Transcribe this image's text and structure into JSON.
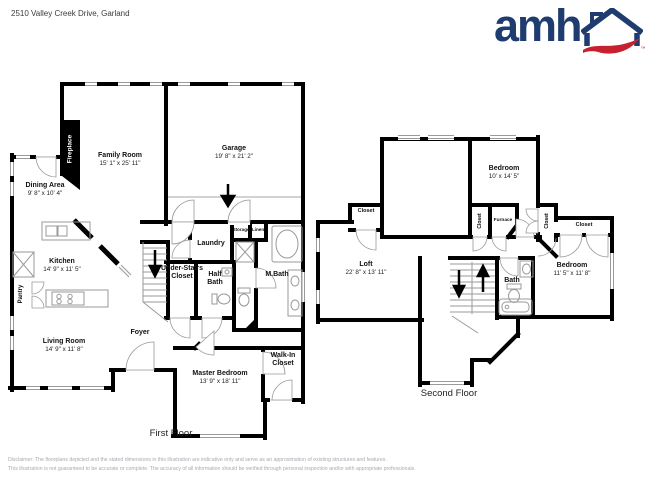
{
  "address": "2510 Valley Creek Drive, Garland",
  "logo": {
    "text": "amh",
    "tm": "™"
  },
  "colors": {
    "logo_blue": "#1e3c6f",
    "logo_red": "#c7202f",
    "wall": "#000000",
    "fixture_gray": "#9a9a9a"
  },
  "f1": {
    "caption": "First Floor",
    "family": {
      "name": "Family Room",
      "dims": "15' 1\" x 25' 11\""
    },
    "dining": {
      "name": "Dining Area",
      "dims": "9' 8\" x 10' 4\""
    },
    "garage": {
      "name": "Garage",
      "dims": "19' 8\" x 21' 2\""
    },
    "kitchen": {
      "name": "Kitchen",
      "dims": "14' 9\" x 11' 5\""
    },
    "living": {
      "name": "Living Room",
      "dims": "14' 9\" x 11' 8\""
    },
    "master": {
      "name": "Master Bedroom",
      "dims": "13' 9\" x 18' 11\""
    },
    "laundry": "Laundry",
    "under_stairs": "Under-Stairs Closet",
    "half_bath": "Half Bath",
    "m_bath": "M.Bath",
    "storage": "Storage",
    "linen": "Linen",
    "foyer": "Foyer",
    "walk_in": "Walk-In Closet",
    "fireplace": "Fireplace",
    "pantry": "Pantry"
  },
  "f2": {
    "caption": "Second Floor",
    "bedroom1": {
      "name": "Bedroom",
      "dims": "10' x 14' 5\""
    },
    "loft": {
      "name": "Loft",
      "dims": "22' 8\" x 13' 11\""
    },
    "bedroom2": {
      "name": "Bedroom",
      "dims": "11' 5\" x 11' 8\""
    },
    "bath": "Bath",
    "furnace": "Furnace",
    "closet_left": "Closet",
    "closet_v1": "Closet",
    "closet_v2": "Closet",
    "closet_right": "Closet"
  },
  "footer": {
    "line1": "Disclaimer: The floorplans depicted and the stated dimensions in this illustration are indicative only and serve as an approximation of existing structures and features.",
    "line2": "This illustration is not guaranteed to be accurate or complete. The accuracy of all information should be verified through personal inspection and/or with appropriate professionals."
  }
}
